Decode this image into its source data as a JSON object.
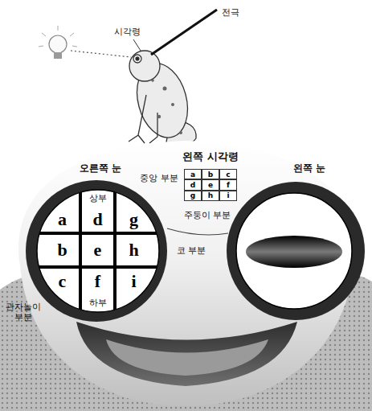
{
  "diagram": {
    "nodes": [
      {
        "text": [
          "오른쪽 눈",
          "상부",
          "하부"
        ]
      },
      {
        "text": [
          "a"
        ],
        "in": 0
      },
      {
        "text": [
          "d"
        ],
        "in": 0
      },
      {
        "text": [
          "g"
        ],
        "in": 0
      },
      {
        "text": [
          "b"
        ],
        "in": 0
      },
      {
        "text": [
          "e"
        ],
        "in": 0
      },
      {
        "text": [
          "h"
        ],
        "in": 0
      },
      {
        "text": [
          "c"
        ],
        "in": 0
      },
      {
        "text": [
          "f"
        ],
        "in": 0
      },
      {
        "text": [
          "i"
        ],
        "in": 0
      },
      {
        "text": [
          "왼쪽 시각령"
        ]
      },
      {
        "text": [
          "a"
        ],
        "in": 10
      },
      {
        "text": [
          "b"
        ],
        "in": 10
      },
      {
        "text": [
          "c"
        ],
        "in": 10
      },
      {
        "text": [
          "d"
        ],
        "in": 10
      },
      {
        "text": [
          "e"
        ],
        "in": 10
      },
      {
        "text": [
          "f"
        ],
        "in": 10
      },
      {
        "text": [
          "g"
        ],
        "in": 10
      },
      {
        "text": [
          "h"
        ],
        "in": 10
      },
      {
        "text": [
          "i"
        ],
        "in": 10
      },
      {
        "text": [
          "왼쪽 눈"
        ]
      }
    ],
    "labels": [
      "전극",
      "시각령",
      "관자놀이 부분",
      "중앙 부분",
      "주둥이 부분",
      "코 부분"
    ]
  }
}
